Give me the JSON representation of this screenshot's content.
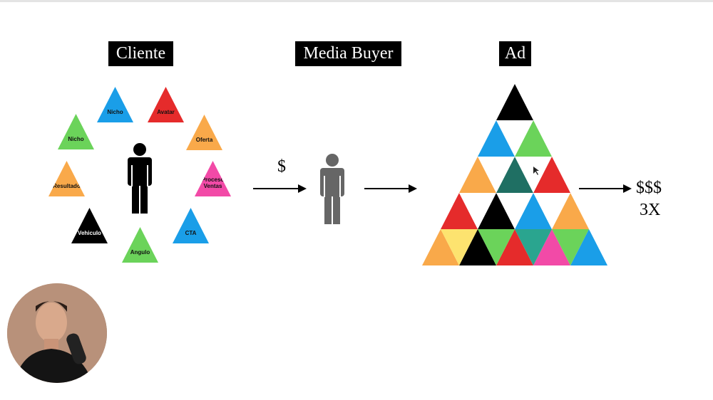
{
  "headers": {
    "cliente": "Cliente",
    "media_buyer": "Media Buyer",
    "ad": "Ad"
  },
  "cliente_triangles": [
    {
      "label": "Nicho",
      "color": "#1a9ee8"
    },
    {
      "label": "Avatar",
      "color": "#e52b2b"
    },
    {
      "label": "Nicho",
      "color": "#6bd35a"
    },
    {
      "label": "Oferta",
      "color": "#f9a94a"
    },
    {
      "label": "Resultado",
      "color": "#f9a94a"
    },
    {
      "label": "Proceso Ventas",
      "color": "#f24aa7"
    },
    {
      "label": "Vehiculo",
      "color": "#000000"
    },
    {
      "label": "CTA",
      "color": "#1a9ee8"
    },
    {
      "label": "Angulo",
      "color": "#6bd35a"
    }
  ],
  "flow": {
    "input_label": "$",
    "output_label": "$$$",
    "multiplier": "3X"
  },
  "pyramid": {
    "up_rows": [
      [
        "#000000"
      ],
      [
        "#1a9ee8",
        "#6bd35a"
      ],
      [
        "#f9a94a",
        "#1f6f63",
        "#e52b2b"
      ],
      [
        "#e52b2b",
        "#000000",
        "#1a9ee8",
        "#f9a94a"
      ],
      [
        "#f9a94a",
        "#000000",
        "#e52b2b",
        "#f24aa7",
        "#1a9ee8"
      ]
    ],
    "down_rows": [
      [],
      [
        "#ffffff"
      ],
      [
        "#ffffff",
        "#ffffff"
      ],
      [
        "#ffffff",
        "#ffffff",
        "#ffffff"
      ],
      [
        "#fde36f",
        "#6bd35a",
        "#2aa58f",
        "#6bd35a"
      ]
    ]
  }
}
